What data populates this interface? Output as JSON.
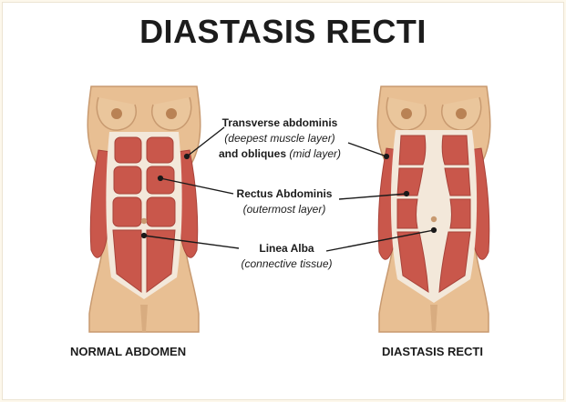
{
  "title": "DIASTASIS RECTI",
  "captions": {
    "left": "NORMAL ABDOMEN",
    "right": "DIASTASIS RECTI"
  },
  "labels": {
    "transverse_heading": "Transverse abdominis",
    "transverse_sub": "(deepest muscle layer)",
    "obliques_heading": "and obliques",
    "obliques_sub": "(mid layer)",
    "rectus_heading": "Rectus Abdominis",
    "rectus_sub": "(outermost layer)",
    "linea_heading": "Linea Alba",
    "linea_sub": "(connective tissue)"
  },
  "colors": {
    "skin": "#e8bf93",
    "skin_outline": "#c89a70",
    "nipple": "#b98254",
    "muscle": "#c9574b",
    "muscle_dark": "#a8433a",
    "tendon": "#f3e8da",
    "leader": "#1a1a1a"
  }
}
